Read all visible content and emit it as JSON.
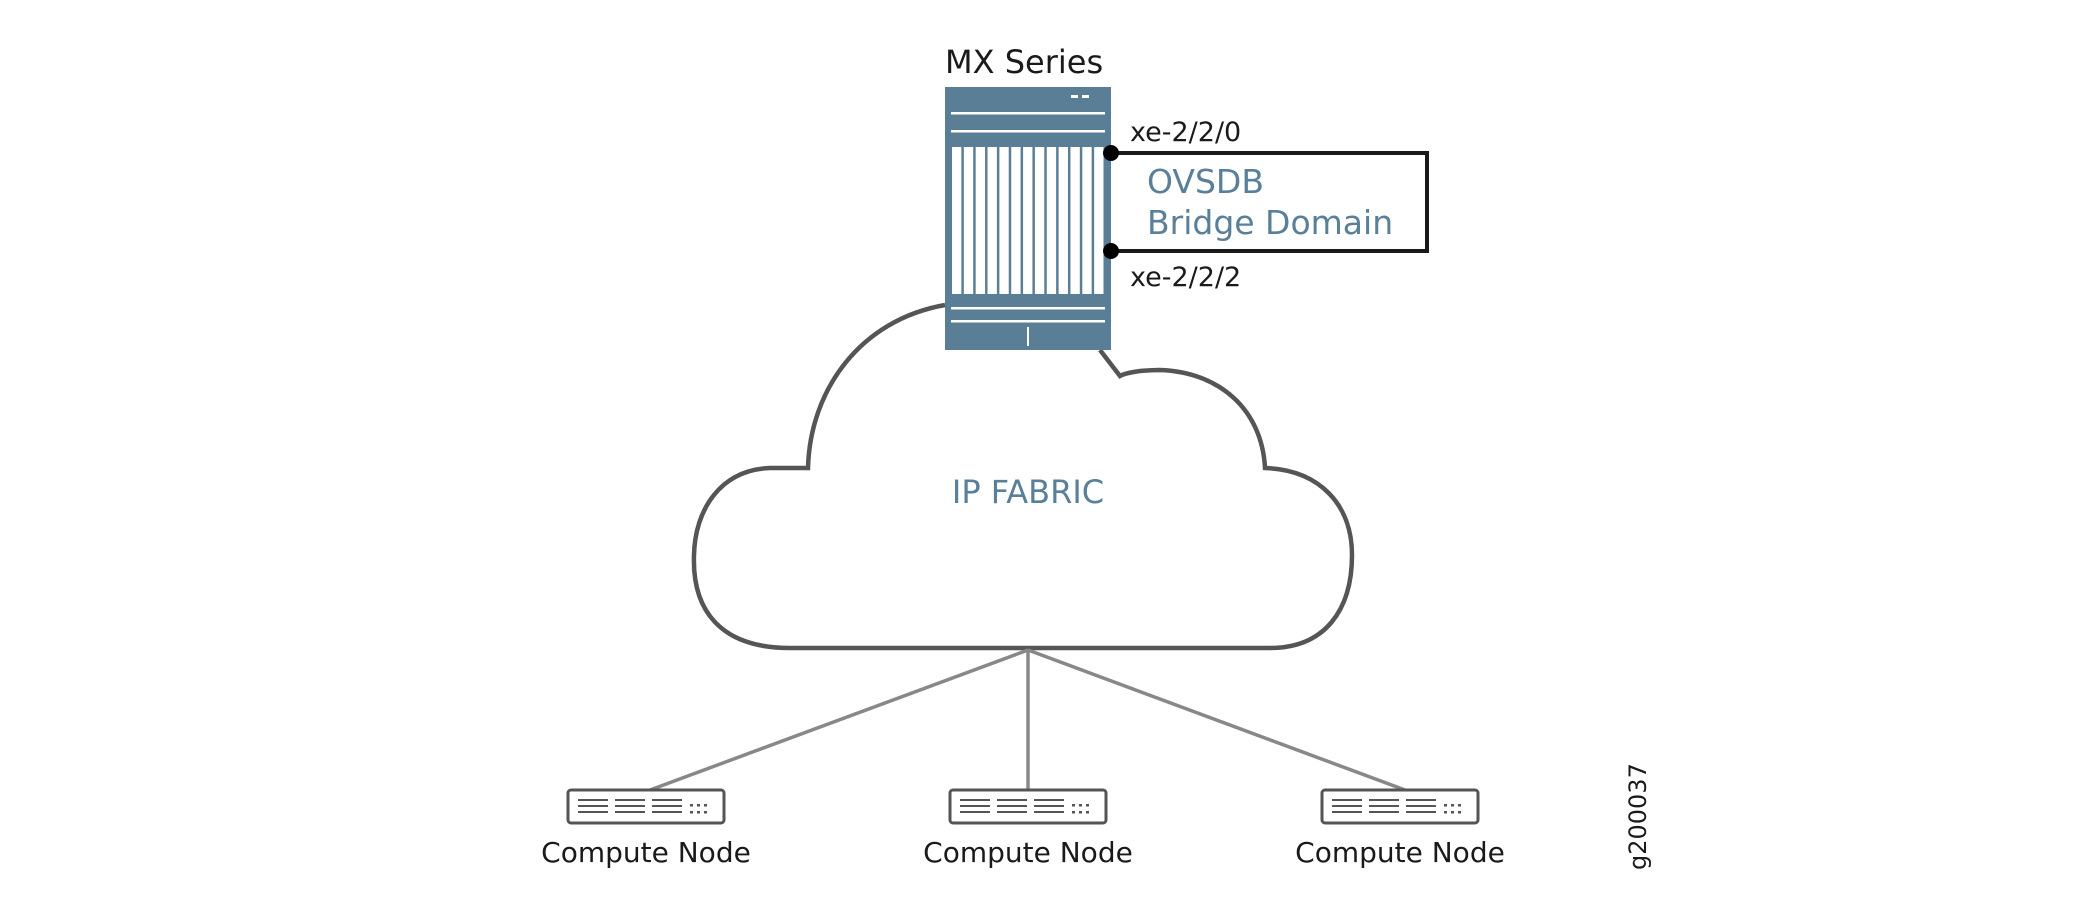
{
  "diagram": {
    "router": {
      "title": "MX Series",
      "color": "#5b7e97"
    },
    "ports": {
      "top": "xe-2/2/0",
      "bottom": "xe-2/2/2"
    },
    "bridge_domain": {
      "line1": "OVSDB",
      "line2": "Bridge Domain"
    },
    "fabric": {
      "label": "IP FABRIC"
    },
    "compute_nodes": [
      {
        "label": "Compute Node"
      },
      {
        "label": "Compute Node"
      },
      {
        "label": "Compute Node"
      }
    ],
    "figure_id": "g200037",
    "colors": {
      "accent_text": "#5a7f99",
      "cloud_stroke": "#555555",
      "link_stroke": "#888888"
    }
  }
}
